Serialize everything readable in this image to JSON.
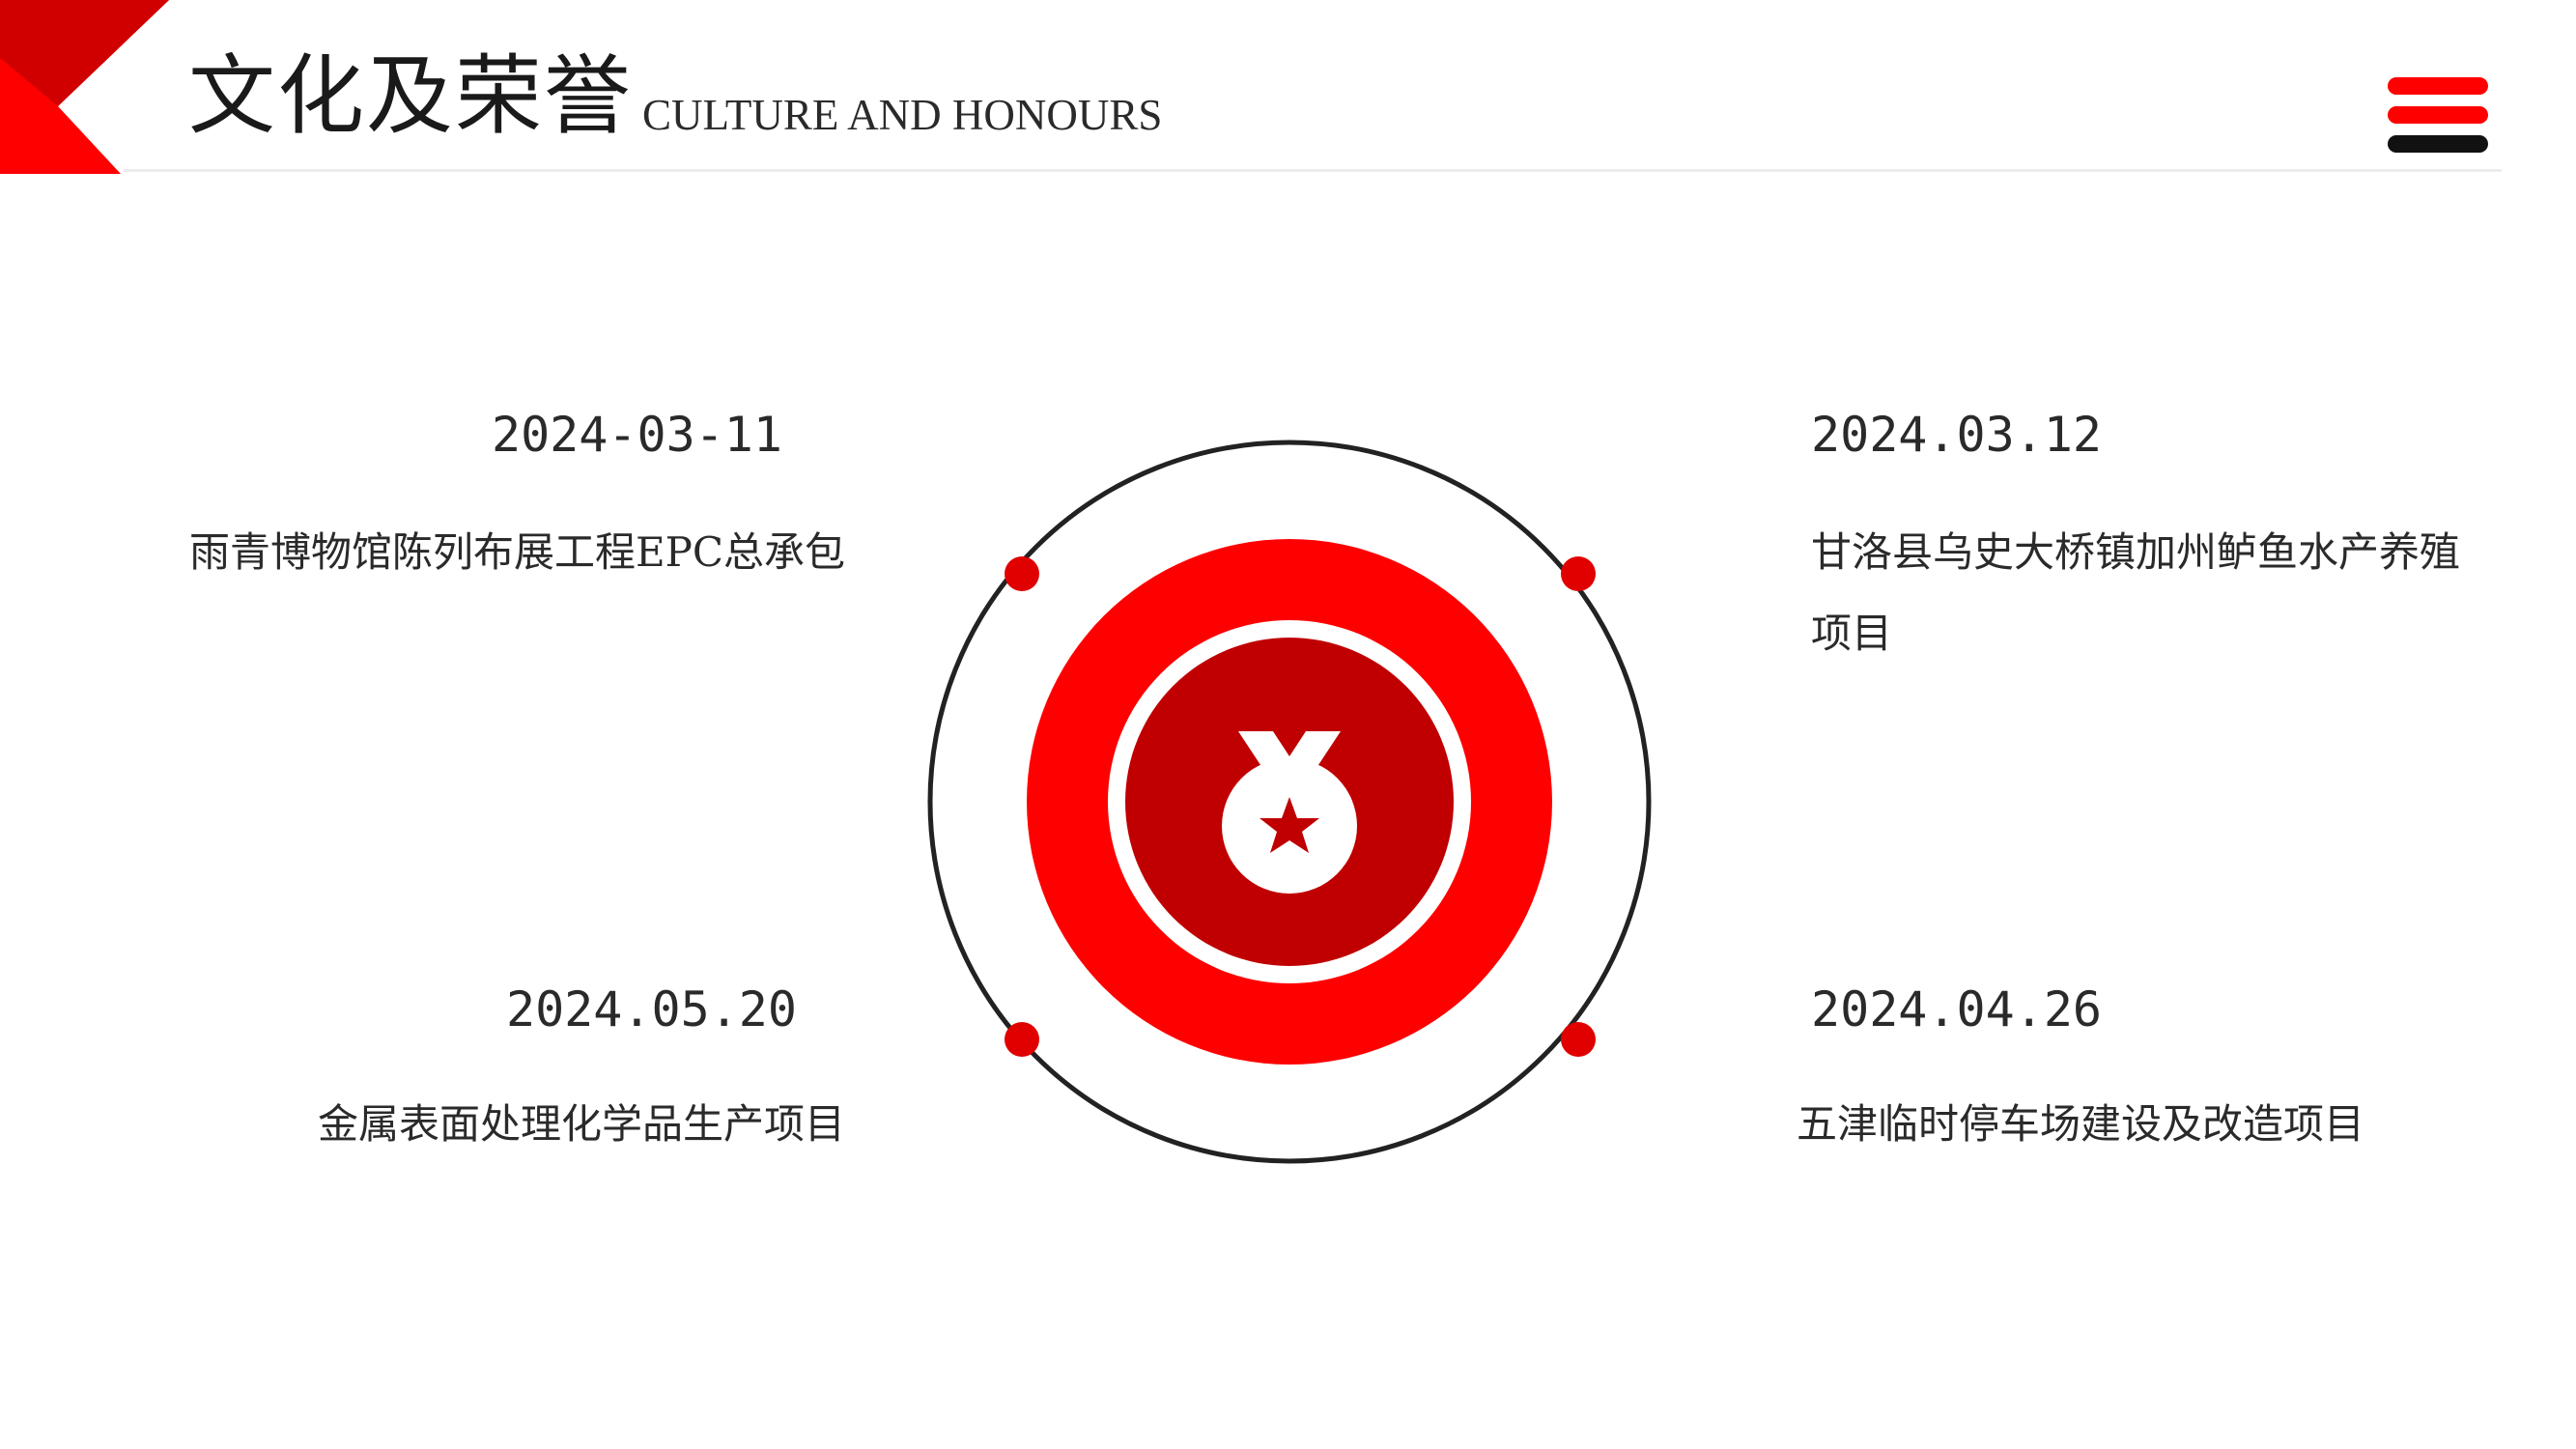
{
  "header": {
    "title_cn": "文化及荣誉",
    "title_en": "CULTURE AND HONOURS"
  },
  "icons": {
    "corner": "red-corner-decoration",
    "menu": "menu-bars-icon",
    "center": "medal-icon"
  },
  "colors": {
    "accent_red": "#ff0000",
    "dark_red": "#c00000",
    "ring_stroke": "#222222",
    "text": "#2a2a2a"
  },
  "entries": [
    {
      "date": "2024-03-11",
      "text": "雨青博物馆陈列布展工程EPC总承包"
    },
    {
      "date": "2024.03.12",
      "text": "甘洛县乌史大桥镇加州鲈鱼水产养殖项目"
    },
    {
      "date": "2024.05.20",
      "text": "金属表面处理化学品生产项目"
    },
    {
      "date": "2024.04.26",
      "text": "五津临时停车场建设及改造项目"
    }
  ]
}
